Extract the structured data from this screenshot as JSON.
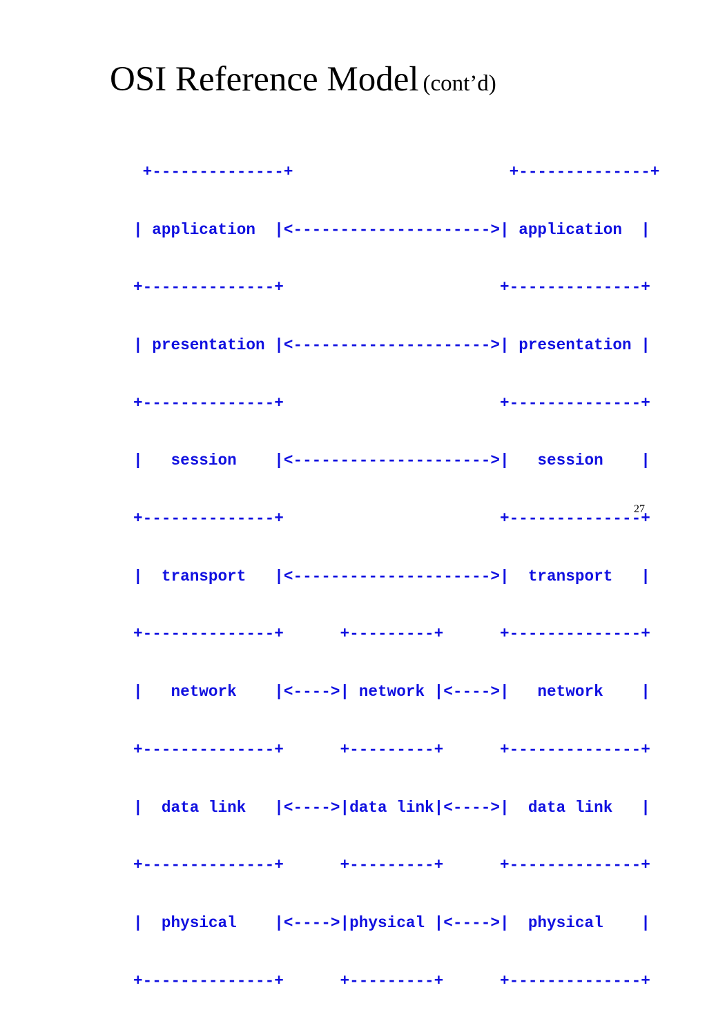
{
  "slide": {
    "title": "OSI Reference Model",
    "title_suffix": "(cont’d)",
    "page_number": "27"
  },
  "diagram": {
    "lines": [
      " +--------------+                       +--------------+",
      "| application  |<--------------------->| application  |",
      "+--------------+                       +--------------+",
      "| presentation |<--------------------->| presentation |",
      "+--------------+                       +--------------+",
      "|   session    |<--------------------->|   session    |",
      "+--------------+                       +--------------+",
      "|  transport   |<--------------------->|  transport   |",
      "+--------------+      +---------+      +--------------+",
      "|   network    |<---->| network |<---->|   network    |",
      "+--------------+      +---------+      +--------------+",
      "|  data link   |<---->|data link|<---->|  data link   |",
      "+--------------+      +---------+      +--------------+",
      "|  physical    |<---->|physical |<---->|  physical    |",
      "+--------------+      +---------+      +--------------+"
    ],
    "text_color": "#1010e0"
  }
}
